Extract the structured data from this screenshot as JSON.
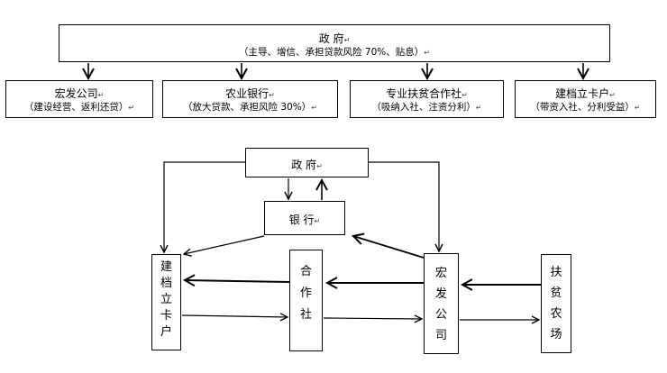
{
  "top": {
    "gov": {
      "title": "政  府",
      "sub": "（主导、增信、承担贷款风险 70%、贴息）"
    },
    "children": [
      {
        "title": "宏发公司",
        "sub": "（建设经营、返利还贷）"
      },
      {
        "title": "农业银行",
        "sub": "（放大贷款、承担风险 30%）"
      },
      {
        "title": "专业扶贫合作社",
        "sub": "（吸纳入社、注资分利）"
      },
      {
        "title": "建档立卡户",
        "sub": "（带资入社、分利受益）"
      }
    ]
  },
  "bottom": {
    "gov": "政   府",
    "bank": "银   行",
    "household": [
      "建",
      "档",
      "立",
      "卡",
      "户"
    ],
    "coop": [
      "合",
      "作",
      "社"
    ],
    "company": [
      "宏",
      "发",
      "公",
      "司"
    ],
    "farm": [
      "扶",
      "贫",
      "农",
      "场"
    ]
  },
  "mark": "↵"
}
